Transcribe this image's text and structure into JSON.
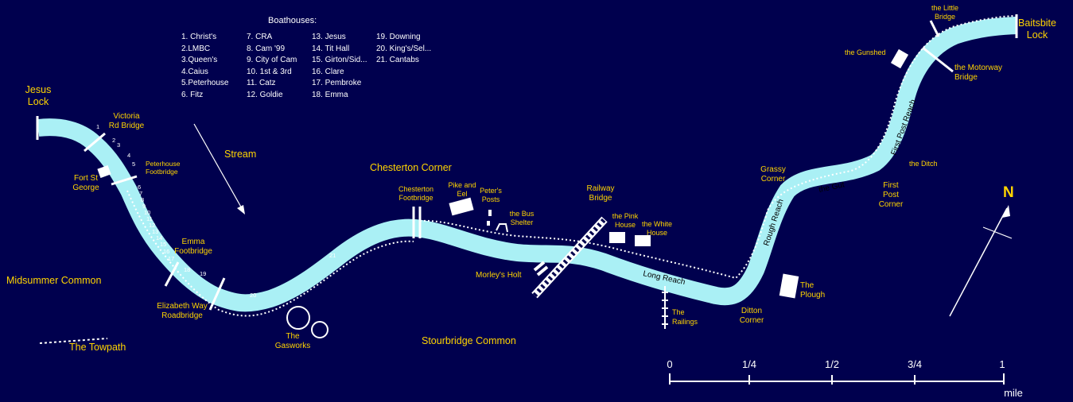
{
  "places": {
    "jesus_lock": "Jesus\nLock",
    "victoria_bridge": "Victoria\nRd Bridge",
    "peterhouse_footbridge": "Peterhouse\nFootbridge",
    "fort_st_george": "Fort St\nGeorge",
    "stream": "Stream",
    "midsummer_common": "Midsummer Common",
    "emma_footbridge": "Emma\nFootbridge",
    "elizabeth_roadbridge": "Elizabeth Way\nRoadbridge",
    "the_towpath": "The Towpath",
    "the_gasworks": "The\nGasworks",
    "chesterton_corner": "Chesterton Corner",
    "chesterton_footbridge": "Chesterton\nFootbridge",
    "pike_and_eel": "Pike and\nEel",
    "peters_posts": "Peter's\nPosts",
    "bus_shelter": "the Bus\nShelter",
    "morleys_holt": "Morley's Holt",
    "railway_bridge": "Railway\nBridge",
    "pink_house": "the Pink\nHouse",
    "white_house": "the White\nHouse",
    "long_reach": "Long Reach",
    "the_railings": "The\nRailings",
    "stourbridge_common": "Stourbridge Common",
    "ditton_corner": "Ditton\nCorner",
    "the_plough": "The\nPlough",
    "grassy_corner": "Grassy\nCorner",
    "rough_reach": "Rough Reach",
    "the_gut": "the Gut",
    "first_post_corner": "First\nPost\nCorner",
    "the_ditch": "the Ditch",
    "first_post_reach": "First Post Reach",
    "the_gunshed": "the Gunshed",
    "motorway_bridge": "the Motorway\nBridge",
    "little_bridge": "the Little\nBridge",
    "baitsbite_lock": "Baitsbite\nLock"
  },
  "boathouses": {
    "title": "Boathouses:",
    "columns": [
      [
        "1. Christ's",
        "2.LMBC",
        "3.Queen's",
        "4.Caius",
        "5.Peterhouse",
        "6. Fitz"
      ],
      [
        "7. CRA",
        "8. Cam '99",
        "9. City of Cam",
        "10. 1st & 3rd",
        "11. Catz",
        "12. Goldie"
      ],
      [
        "13. Jesus",
        "14. Tit Hall",
        "15. Girton/Sid...",
        "16. Clare",
        "17. Pembroke",
        "18. Emma"
      ],
      [
        "19. Downing",
        "20. King's/Sel...",
        "21. Cantabs"
      ]
    ]
  },
  "river_numbers": [
    "1",
    "2",
    "3",
    "4",
    "5",
    "6",
    "7",
    "8",
    "9",
    "10",
    "11",
    "12",
    "13",
    "14",
    "15",
    "16",
    "17",
    "18",
    "19",
    "20",
    "21"
  ],
  "scale": {
    "ticks": [
      "0",
      "1/4",
      "1/2",
      "3/4",
      "1"
    ],
    "unit": "mile"
  },
  "north": "N",
  "colors": {
    "background": "#00004e",
    "river": "#aaf0f5",
    "labels": "#ffd400",
    "lines": "#ffffff"
  }
}
